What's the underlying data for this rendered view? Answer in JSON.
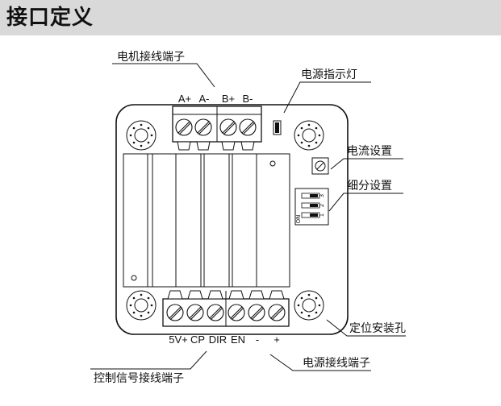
{
  "header": {
    "title": "接口定义"
  },
  "callouts": {
    "motor_terminal": "电机接线端子",
    "power_indicator": "电源指示灯",
    "current_setting": "电流设置",
    "subdivision_setting": "细分设置",
    "mounting_hole": "定位安装孔",
    "power_terminal": "电源接线端子",
    "control_terminal": "控制信号接线端子"
  },
  "motor_pins": [
    "A+",
    "A-",
    "B+",
    "B-"
  ],
  "control_pins": [
    "5V+",
    "CP",
    "DIR",
    "EN"
  ],
  "power_pins": [
    "-",
    "+"
  ],
  "dip_switch": {
    "on_label": "ON",
    "numbers": [
      "1",
      "2",
      "3"
    ]
  }
}
